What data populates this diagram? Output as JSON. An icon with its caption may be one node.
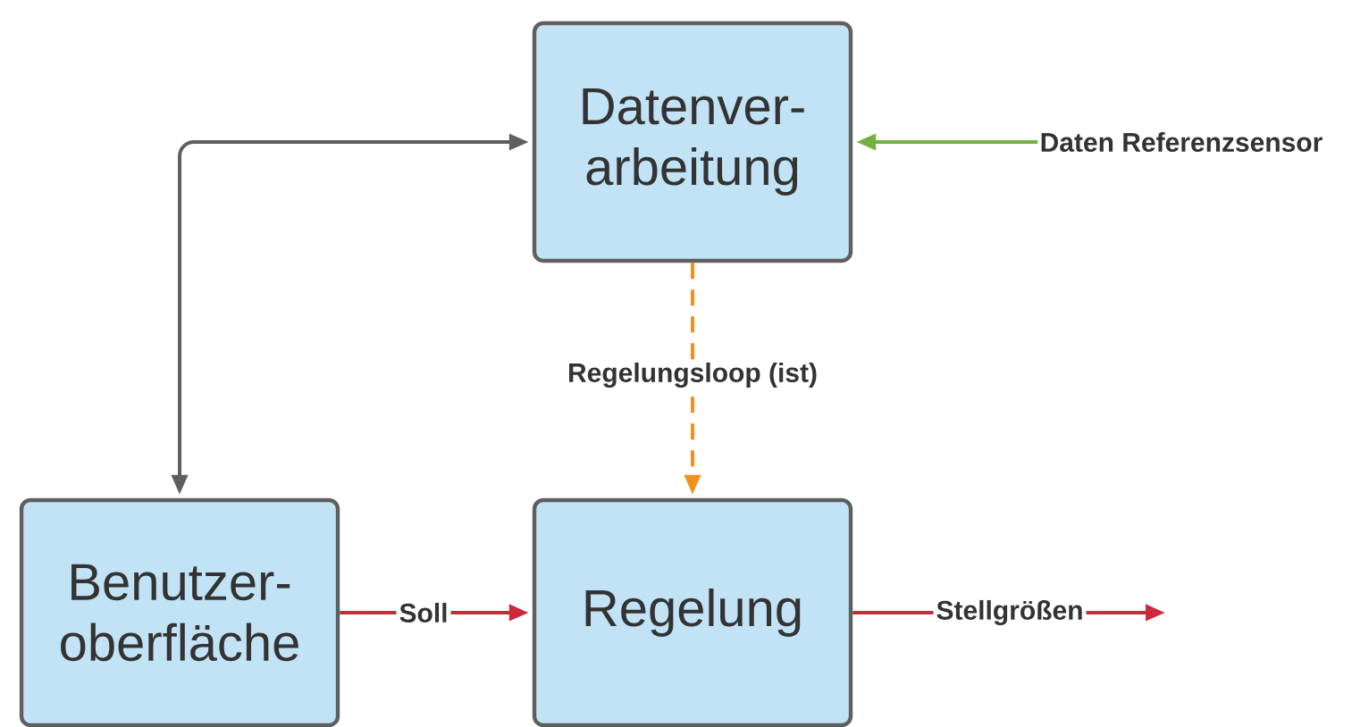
{
  "diagram": {
    "nodes": [
      {
        "text": [
          "Datenver- arbeitung"
        ]
      },
      {
        "text": [
          "Daten Referenzsensor"
        ]
      },
      {
        "text": [
          "Benutzer- oberfläche"
        ]
      },
      {
        "text": [
          "Regelung"
        ]
      }
    ],
    "edges": [
      {
        "from": 1,
        "to": 0,
        "arrow": "to",
        "color": "#76b043"
      },
      {
        "from": 0,
        "to": 2,
        "arrow": "both",
        "color": "#5f5f5f"
      },
      {
        "from": 0,
        "to": 3,
        "arrow": "to",
        "label": "Regelungsloop (ist)",
        "style": "dashed",
        "color": "#f0901e"
      },
      {
        "from": 2,
        "to": 3,
        "arrow": "to",
        "label": "Soll",
        "color": "#d0283a"
      },
      {
        "from": 3,
        "to": null,
        "arrow": "to",
        "label": "Stellgrößen",
        "color": "#d0283a"
      }
    ]
  }
}
